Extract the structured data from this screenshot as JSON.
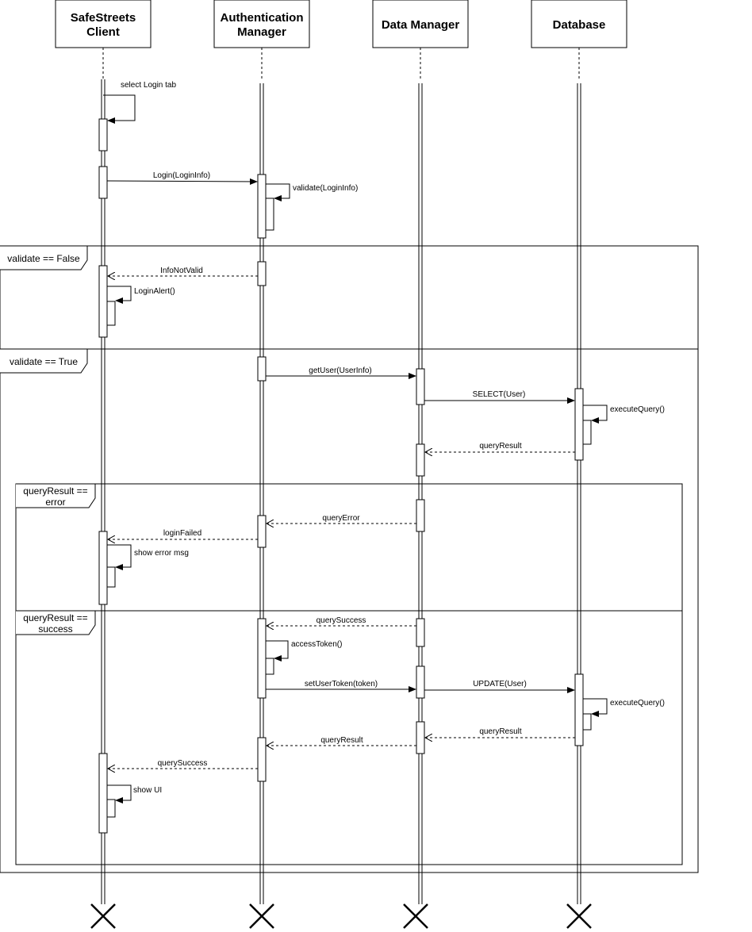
{
  "participants": [
    {
      "id": "client",
      "lines": [
        "SafeStreets",
        "Client"
      ]
    },
    {
      "id": "auth",
      "lines": [
        "Authentication",
        "Manager"
      ]
    },
    {
      "id": "data",
      "lines": [
        "Data Manager"
      ]
    },
    {
      "id": "db",
      "lines": [
        "Database"
      ]
    }
  ],
  "messages": {
    "select_login_tab": "select Login tab",
    "login": "Login(LoginInfo)",
    "validate": "validate(LoginInfo)",
    "info_not_valid": "InfoNotValid",
    "login_alert": "LoginAlert()",
    "get_user": "getUser(UserInfo)",
    "select_user": "SELECT(User)",
    "execute_query_1": "executeQuery()",
    "query_result_1": "queryResult",
    "query_error": "queryError",
    "login_failed": "loginFailed",
    "show_error_msg": "show error msg",
    "query_success_1": "querySuccess",
    "access_token": "accessToken()",
    "set_user_token": "setUserToken(token)",
    "update_user": "UPDATE(User)",
    "execute_query_2": "executeQuery()",
    "query_result_2": "queryResult",
    "query_result_3": "queryResult",
    "query_success_2": "querySuccess",
    "show_ui": "show UI"
  },
  "frames": {
    "validate_false": [
      "validate == False"
    ],
    "validate_true": [
      "validate == True"
    ],
    "query_error": [
      "queryResult ==",
      "error"
    ],
    "query_success": [
      "queryResult ==",
      "success"
    ]
  }
}
